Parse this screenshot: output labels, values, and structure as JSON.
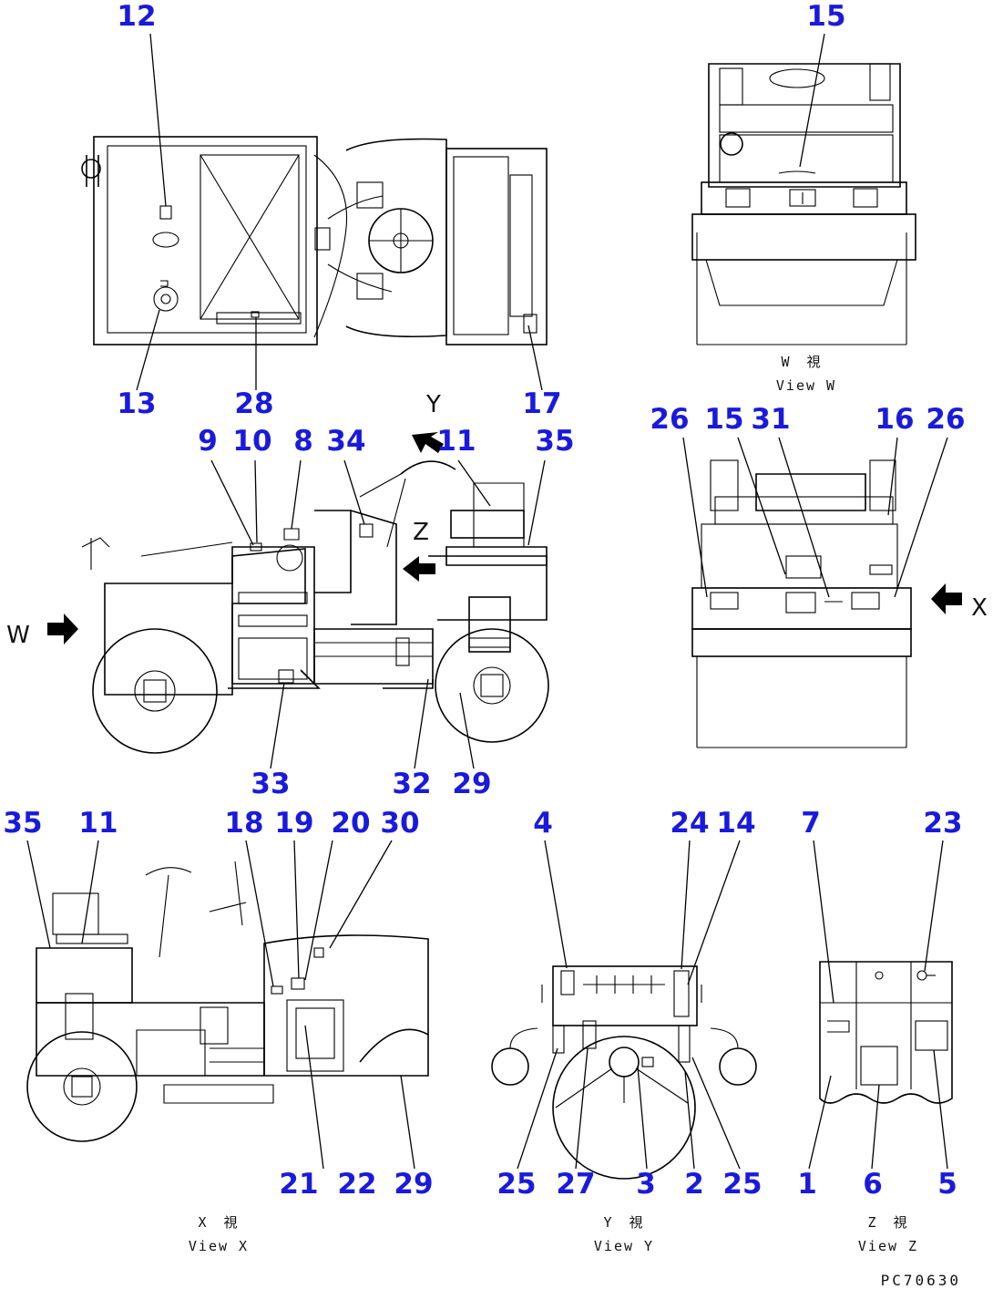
{
  "callouts": {
    "top_view": [
      "12",
      "13",
      "28",
      "17"
    ],
    "view_w": [
      "15"
    ],
    "side_view": [
      "9",
      "10",
      "8",
      "34",
      "11",
      "35",
      "33",
      "32",
      "29"
    ],
    "view_x": [
      "26",
      "15",
      "31",
      "16",
      "26"
    ],
    "view_x_detail": [
      "35",
      "11",
      "18",
      "19",
      "20",
      "30",
      "21",
      "22",
      "29"
    ],
    "view_y": [
      "4",
      "24",
      "14",
      "25",
      "27",
      "3",
      "2",
      "25"
    ],
    "view_z": [
      "7",
      "23",
      "1",
      "6",
      "5"
    ]
  },
  "arrow_tags": {
    "w": "W",
    "x": "X",
    "y": "Y",
    "z": "Z"
  },
  "captions": {
    "view_w_kanji": "W　視",
    "view_w": "View W",
    "view_x_kanji": "X　視",
    "view_x": "View X",
    "view_y_kanji": "Y　視",
    "view_y": "View Y",
    "view_z_kanji": "Z　視",
    "view_z": "View Z"
  },
  "drawing_code": "PC70630",
  "colors": {
    "callout": "#1a1adc",
    "line": "#000000"
  }
}
